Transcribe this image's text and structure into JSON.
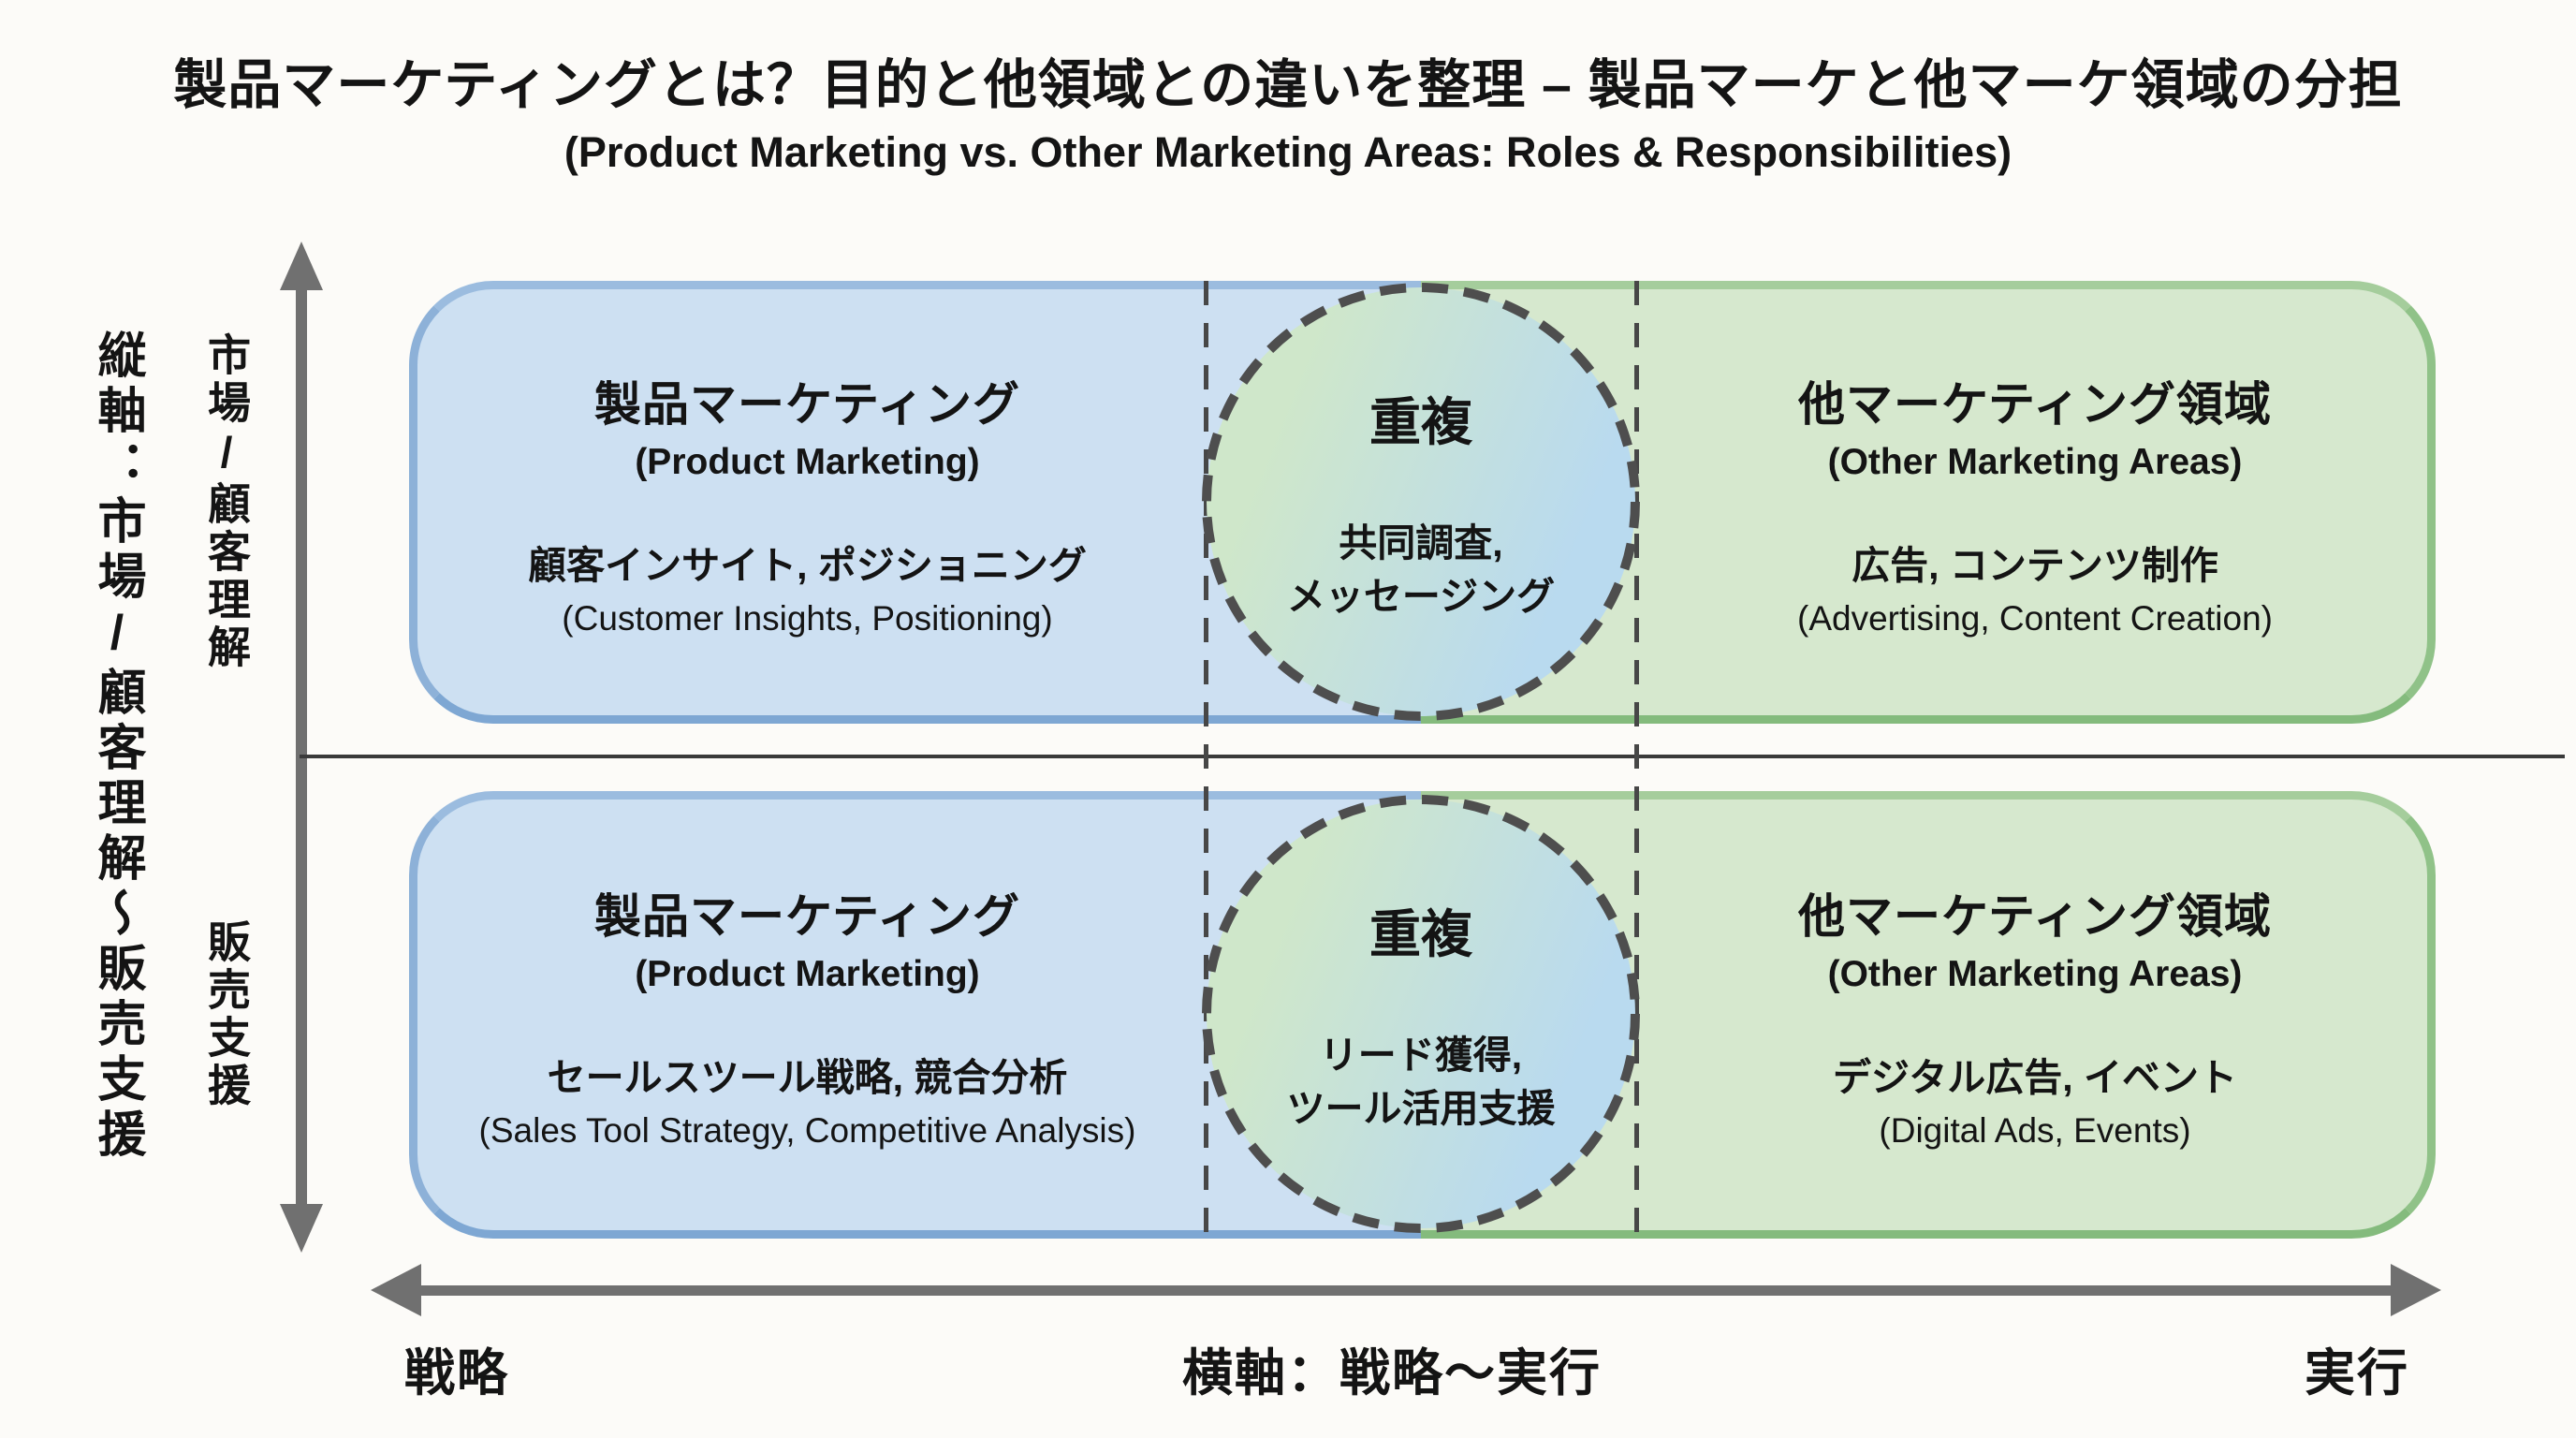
{
  "title": {
    "line1": "製品マーケティングとは？目的と他領域との違いを整理 – 製品マーケと他マーケ領域の分担",
    "line2": "(Product Marketing vs. Other Marketing Areas: Roles & Responsibilities)"
  },
  "y_axis": {
    "axis_label": "縦軸：市場/顧客理解～販売支援",
    "top_label": "市場/顧客理解",
    "bottom_label": "販売支援"
  },
  "x_axis": {
    "axis_label": "横軸：戦略～実行",
    "left_label": "戦略",
    "right_label": "実行"
  },
  "quadrants": {
    "top_left": {
      "title": "製品マーケティング",
      "subtitle": "(Product Marketing)",
      "body": "顧客インサイト, ポジショニング",
      "body_en": "(Customer Insights, Positioning)"
    },
    "top_right": {
      "title": "他マーケティング領域",
      "subtitle": "(Other Marketing Areas)",
      "body": "広告, コンテンツ制作",
      "body_en": "(Advertising, Content Creation)"
    },
    "bottom_left": {
      "title": "製品マーケティング",
      "subtitle": "(Product Marketing)",
      "body": "セールスツール戦略, 競合分析",
      "body_en": "(Sales Tool Strategy, Competitive Analysis)"
    },
    "bottom_right": {
      "title": "他マーケティング領域",
      "subtitle": "(Other Marketing Areas)",
      "body": "デジタル広告, イベント",
      "body_en": "(Digital Ads, Events)"
    }
  },
  "overlaps": {
    "top": {
      "title": "重複",
      "line1": "共同調査,",
      "line2": "メッセージング"
    },
    "bottom": {
      "title": "重複",
      "line1": "リード獲得,",
      "line2": "ツール活用支援"
    }
  },
  "colors": {
    "product_box_fill": "#cde0f2",
    "product_box_border": "#8db1d8",
    "other_box_fill": "#d6e8ce",
    "other_box_border": "#90c288",
    "overlap_gradient_left": "#cfe7ca",
    "overlap_gradient_right": "#b9daef",
    "overlap_stroke": "#4e4e4e",
    "axis_arrow": "#707070",
    "text": "#141414"
  }
}
